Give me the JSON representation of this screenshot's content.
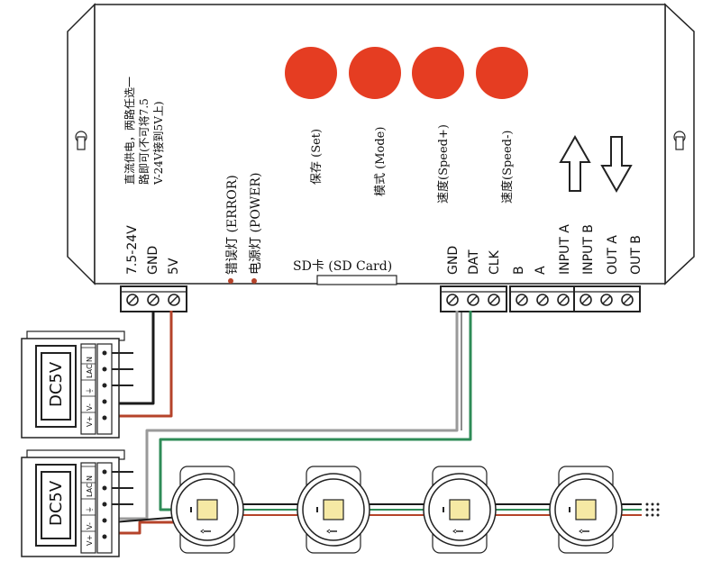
{
  "controller": {
    "power_note": "直流供电，两路任选一路即可(不可将7.5V-24V接到5V上)",
    "power_terminal_labels": [
      "7.5-24V",
      "GND",
      "5V"
    ],
    "indicators": {
      "error": "错误灯 (ERROR)",
      "power": "电源灯 (POWER)"
    },
    "buttons": [
      {
        "label": "保存 (Set)",
        "color": "#e53d22"
      },
      {
        "label": "模式 (Mode)",
        "color": "#e53d22"
      },
      {
        "label": "速度(Speed+)",
        "color": "#e53d22"
      },
      {
        "label": "速度(Speed-)",
        "color": "#e53d22"
      }
    ],
    "sd_card": "SD卡 (SD Card)",
    "data_terminal_labels": [
      "GND",
      "DAT",
      "CLK"
    ],
    "ab_terminal_labels": [
      "B",
      "A"
    ],
    "io_terminal_labels": [
      "INPUT A",
      "INPUT B",
      "OUT A",
      "OUT B"
    ],
    "arrows": [
      "arrow-up-icon",
      "arrow-down-icon"
    ]
  },
  "power_supplies": [
    {
      "label": "DC5V",
      "terminals": [
        "V+",
        "V-",
        "⏚",
        "LAC",
        "N"
      ]
    },
    {
      "label": "DC5V",
      "terminals": [
        "V+",
        "V-",
        "⏚",
        "LAC",
        "N"
      ]
    }
  ],
  "led_pixels_count_label": "",
  "wire_colors": {
    "black": "#1a1a1a",
    "red": "#b5432a",
    "green": "#2e8b57",
    "gray": "#9a9a9a"
  }
}
